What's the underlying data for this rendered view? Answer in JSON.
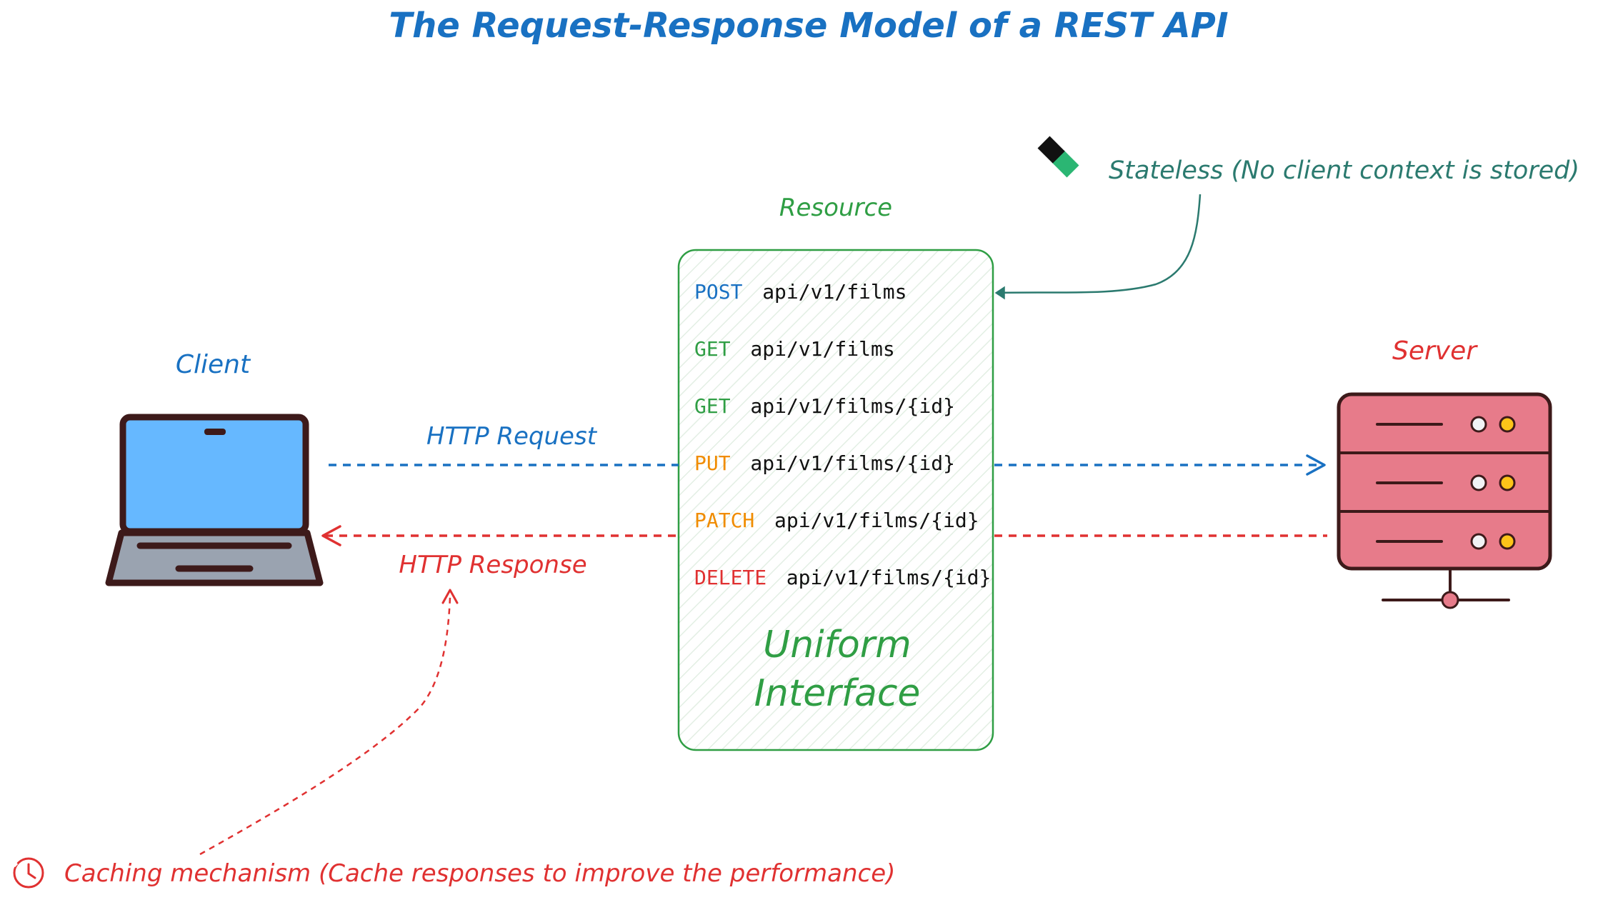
{
  "title": "The Request-Response Model of a REST API",
  "client": {
    "label": "Client",
    "icon": "laptop-icon"
  },
  "server": {
    "label": "Server",
    "icon": "server-icon"
  },
  "resource": {
    "label": "Resource",
    "endpoints": [
      {
        "method": "POST",
        "path": "api/v1/films",
        "color": "#1971c2"
      },
      {
        "method": "GET",
        "path": "api/v1/films",
        "color": "#2f9e44"
      },
      {
        "method": "GET",
        "path": "api/v1/films/{id}",
        "color": "#2f9e44"
      },
      {
        "method": "PUT",
        "path": "api/v1/films/{id}",
        "color": "#f08c00"
      },
      {
        "method": "PATCH",
        "path": "api/v1/films/{id}",
        "color": "#f08c00"
      },
      {
        "method": "DELETE",
        "path": "api/v1/films/{id}",
        "color": "#e03131"
      }
    ],
    "uniform_line1": "Uniform",
    "uniform_line2": "Interface"
  },
  "request_label": "HTTP Request",
  "response_label": "HTTP Response",
  "stateless": {
    "text": "Stateless (No client context is stored)",
    "icon": "eraser-icon"
  },
  "caching": {
    "text": "Caching mechanism (Cache responses to improve the performance)",
    "icon": "clock-icon"
  },
  "colors": {
    "title": "#1971c2",
    "request": "#1971c2",
    "response": "#e03131",
    "resource": "#2f9e44",
    "stateless": "#2b7a6f",
    "server_fill": "#e77b8a",
    "laptop_screen": "#66b8ff",
    "laptop_base": "#9aa3b0",
    "outline": "#3d1a1a"
  }
}
